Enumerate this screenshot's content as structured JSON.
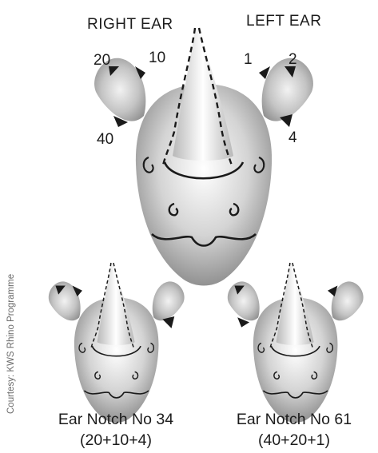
{
  "headings": {
    "right_ear": "RIGHT EAR",
    "left_ear": "LEFT EAR"
  },
  "notch_numbers": {
    "right_upper_outer": "20",
    "right_upper_inner": "10",
    "right_lower": "40",
    "left_upper_inner": "1",
    "left_upper_outer": "2",
    "left_lower": "4"
  },
  "examples": [
    {
      "caption": "Ear Notch No 34",
      "formula": "(20+10+4)",
      "right_ear_notches": [
        20,
        10
      ],
      "left_ear_notches": [
        4
      ]
    },
    {
      "caption": "Ear Notch No 61",
      "formula": "(40+20+1)",
      "right_ear_notches": [
        40,
        20
      ],
      "left_ear_notches": [
        1
      ]
    }
  ],
  "credit": "Courtesy: KWS Rhino Programme",
  "colors": {
    "skin_light": "#ffffff",
    "skin_dark": "#8c8c8c",
    "line": "#1a1a1a",
    "notch": "#1a1a1a"
  }
}
